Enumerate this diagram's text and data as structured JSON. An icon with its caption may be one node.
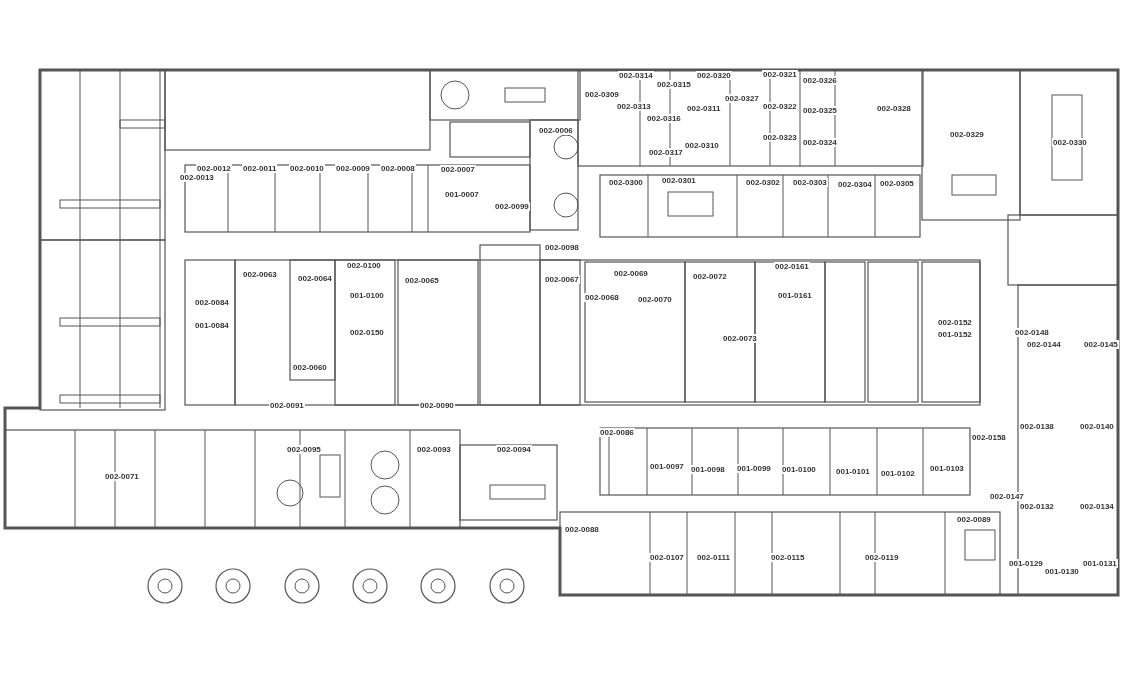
{
  "diagram": {
    "labels": [
      "002-0314",
      "002-0315",
      "002-0320",
      "002-0321",
      "002-0326",
      "002-0309",
      "002-0313",
      "002-0316",
      "002-0311",
      "002-0327",
      "002-0322",
      "002-0325",
      "002-0328",
      "002-0006",
      "002-0317",
      "002-0310",
      "002-0323",
      "002-0324",
      "002-0329",
      "002-0330",
      "002-0013",
      "002-0012",
      "002-0011",
      "002-0010",
      "002-0009",
      "002-0008",
      "002-0007",
      "002-0300",
      "002-0301",
      "002-0302",
      "002-0303",
      "002-0304",
      "002-0305",
      "001-0007",
      "002-0099",
      "002-0098",
      "002-0063",
      "002-0064",
      "002-0100",
      "002-0065",
      "002-0067",
      "002-0069",
      "002-0072",
      "002-0161",
      "001-0100",
      "002-0068",
      "002-0070",
      "001-0161",
      "002-0084",
      "001-0084",
      "002-0152",
      "001-0152",
      "002-0148",
      "002-0144",
      "002-0145",
      "002-0073",
      "002-0150",
      "002-0060",
      "002-0091",
      "002-0090",
      "002-0086",
      "002-0095",
      "002-0093",
      "002-0094",
      "002-0158",
      "002-0138",
      "002-0140",
      "001-0097",
      "001-0098",
      "001-0099",
      "001-0100",
      "001-0101",
      "001-0102",
      "001-0103",
      "002-0071",
      "002-0147",
      "002-0132",
      "002-0134",
      "002-0088",
      "002-0089",
      "002-0107",
      "002-0111",
      "002-0115",
      "002-0119",
      "001-0129",
      "001-0130",
      "001-0131"
    ]
  }
}
